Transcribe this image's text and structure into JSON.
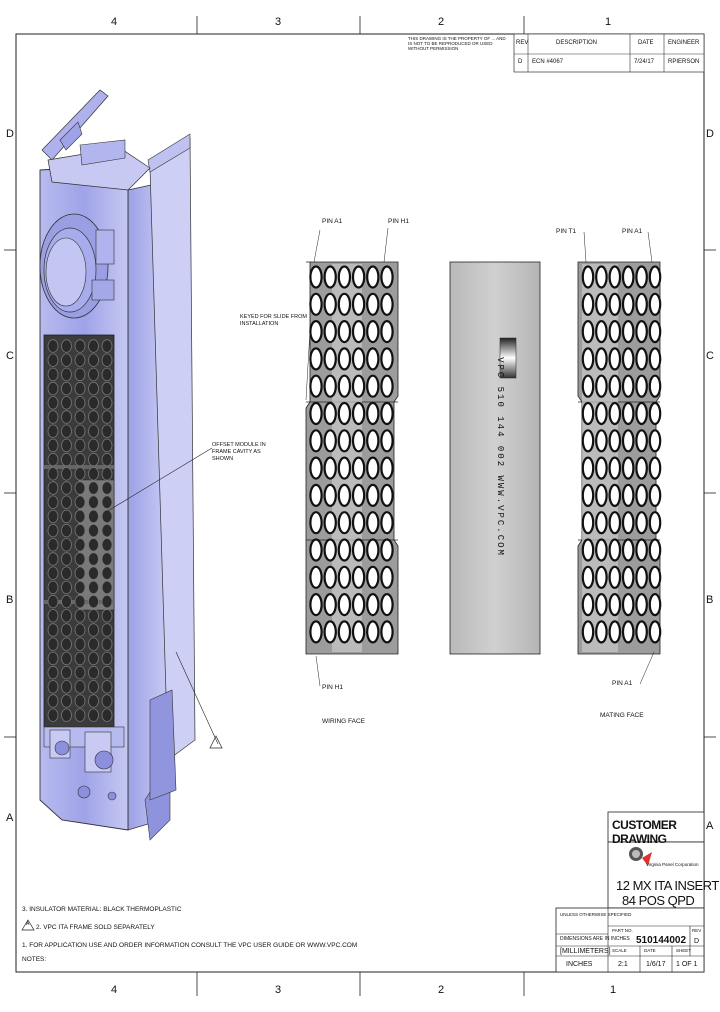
{
  "zones": {
    "top": [
      "4",
      "3",
      "2",
      "1"
    ],
    "bottom": [
      "4",
      "3",
      "2",
      "1"
    ],
    "left": [
      "D",
      "C",
      "B",
      "A"
    ],
    "right": [
      "D",
      "C",
      "B",
      "A"
    ]
  },
  "revision_block": {
    "header_note": "THIS DRAWING IS THE PROPERTY OF ... AND IS NOT TO BE REPRODUCED OR USED WITHOUT PERMISSION",
    "rev_label": "REV",
    "description_label": "DESCRIPTION",
    "date_label": "DATE",
    "engineer_label": "ENGINEER",
    "rev_value": "D",
    "description_value": "ECN #4067",
    "date_value": "7/24/17",
    "engineer_value": "RPIERSON"
  },
  "callouts": {
    "pin_a1_top": "PIN A1",
    "pin_h1_top": "PIN H1",
    "pin_h1_bottom": "PIN H1",
    "keyed_feature": "KEYED FOR SLIDE FROM INSTALLATION",
    "offset_module": "OFFSET MODULE IN FRAME CAVITY AS SHOWN",
    "wiring_face": "WIRING FACE",
    "pin_t1_right": "PIN T1",
    "pin_a1_right": "PIN A1",
    "pin_a1_bottom_right": "PIN A1",
    "mating_face": "MATING FACE",
    "side_text": "VPC 510 144 002   WWW.VPC.COM",
    "note_marker": "A"
  },
  "notes": {
    "heading": "NOTES:",
    "items": [
      "1. FOR APPLICATION USE AND ORDER INFORMATION CONSULT THE VPC USER GUIDE OR WWW.VPC.COM",
      "2. VPC ITA FRAME SOLD SEPARATELY",
      "3. INSULATOR MATERIAL: BLACK THERMOPLASTIC"
    ]
  },
  "title_block": {
    "customer_drawing": "CUSTOMER DRAWING",
    "company": "Virginia Panel Corporation",
    "title_line1": "12 MX ITA INSERT",
    "title_line2": "84 POS QPD",
    "part_label": "PART NO.",
    "part_number": "510144002",
    "rev_label": "REV",
    "rev_value": "D",
    "units_mm": "[MILLIMETERS]",
    "units_in": "INCHES",
    "dims_note": "DIMENSIONS ARE IN INCHES",
    "tolerance_note": "UNLESS OTHERWISE SPECIFIED",
    "scale_label": "SCALE",
    "scale_value": "2:1",
    "date_label": "DATE",
    "date_value": "1/6/17",
    "sheet_label": "SHEET",
    "sheet_value": "1 OF 1"
  }
}
